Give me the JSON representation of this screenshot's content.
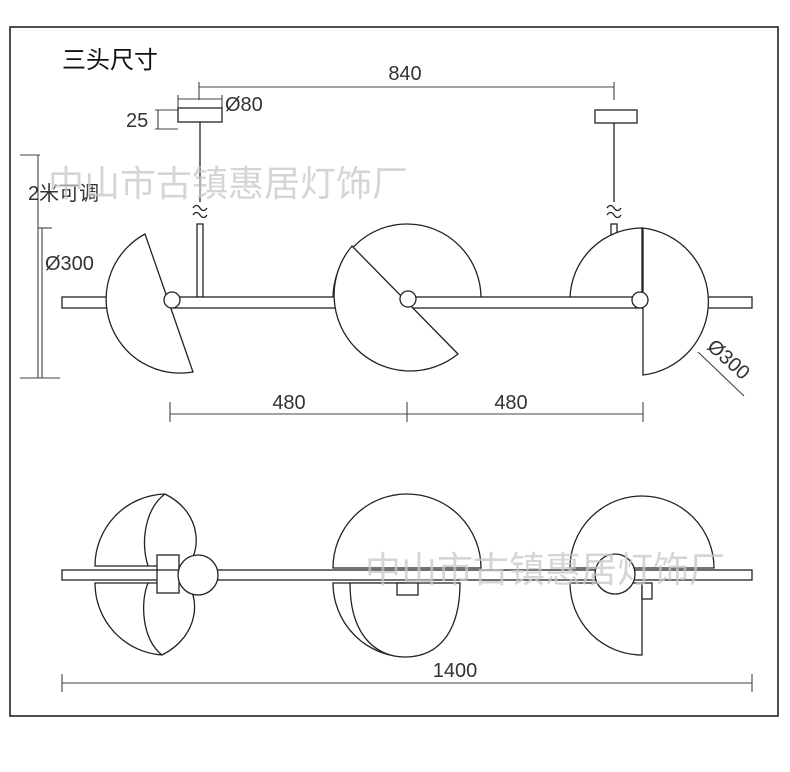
{
  "title": "三头尺寸",
  "watermark": "中山市古镇惠居灯饰厂",
  "dims": {
    "spacing_top": "840",
    "canopy_diameter": "Ø80",
    "canopy_height": "25",
    "cable_length": "2米可调",
    "shade_diameter_left": "Ø300",
    "shade_diameter_right": "Ø300",
    "spacing_left": "480",
    "spacing_right": "480",
    "total_length": "1400"
  },
  "colors": {
    "line": "#222222",
    "watermark": "#c8c8c8",
    "background": "#ffffff"
  }
}
